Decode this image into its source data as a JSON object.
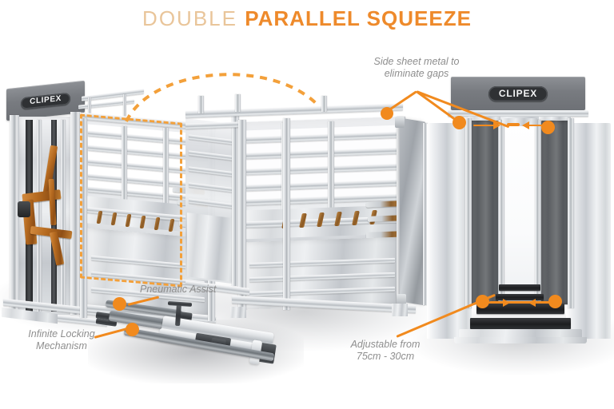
{
  "title": {
    "part_light": "DOUBLE ",
    "part_bold": "PARALLEL SQUEEZE",
    "color_light": "#e9c59a",
    "color_bold": "#ee8a2b"
  },
  "brand": {
    "name": "CLIPEX",
    "badge_color": "#2f3134",
    "panel_color": "#7d8084"
  },
  "accent": {
    "orange": "#f18a1e",
    "orange_dash": "#f3a03a"
  },
  "callouts": [
    {
      "id": "side-sheet-metal",
      "text": "Side sheet metal to\neliminate gaps",
      "align": "center"
    },
    {
      "id": "pneumatic-assist",
      "text": "Pneumatic Assist",
      "align": "left"
    },
    {
      "id": "infinite-locking",
      "text": "Infinite Locking\nMechanism",
      "align": "center"
    },
    {
      "id": "adjustable-range",
      "text": "Adjustable from\n75cm - 30cm",
      "align": "center"
    }
  ],
  "units": [
    {
      "id": "left-crush",
      "label": "CLIPEX",
      "view": "three-quarter"
    },
    {
      "id": "center-crush",
      "label": "",
      "view": "three-quarter"
    },
    {
      "id": "right-crush",
      "label": "CLIPEX",
      "view": "front"
    }
  ],
  "product": {
    "adjustable_max": "75cm",
    "adjustable_min": "30cm"
  }
}
